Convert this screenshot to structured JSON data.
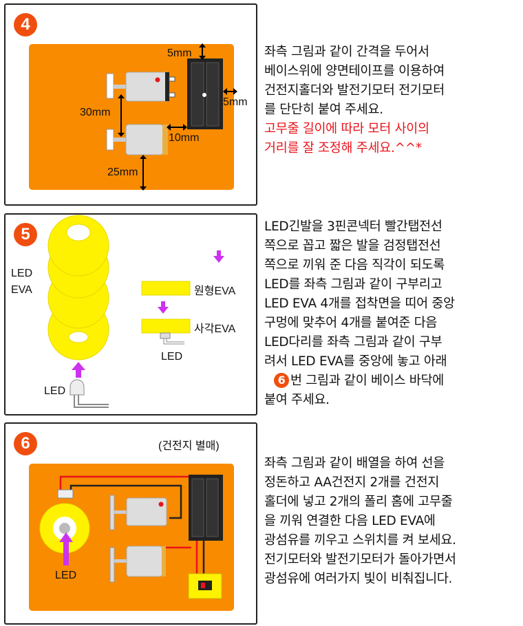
{
  "step4": {
    "number": "4",
    "labels": {
      "top_gap": "5mm",
      "right_gap": "5mm",
      "motor_gap": "30mm",
      "side_gap": "10mm",
      "bottom_gap": "25mm"
    },
    "lines": [
      "좌측 그림과 같이 간격을 두어서",
      "베이스위에 양면테이프를 이용하여",
      "건전지홀더와 발전기모터 전기모터",
      "를 단단히 붙여 주세요."
    ],
    "red_lines": [
      "고무줄 길이에 따라 모터 사이의",
      "거리를 잘 조정해 주세요.^^*"
    ]
  },
  "step5": {
    "number": "5",
    "labels": {
      "led_eva": [
        "LED",
        "EVA"
      ],
      "round_eva": "원형EVA",
      "square_eva": "사각EVA",
      "led_small": "LED",
      "led_bottom": "LED"
    },
    "lines": [
      "LED긴발을 3핀콘넥터 빨간탭전선",
      "쪽으로 꼽고 짧은 발을 검정탭전선",
      "쪽으로 끼워 준 다음 직각이 되도록",
      "LED를 좌측 그림과 같이 구부리고",
      "LED EVA 4개를 접착면을 띠어 중앙",
      "구멍에 맞추어 4개를 붙여준 다음",
      "LED다리를 좌측 그림과 같이 구부",
      "려서 LED EVA를 중앙에 놓고 아래"
    ],
    "ref_number": "6",
    "ref_line": "번 그림과 같이 베이스 바닥에",
    "last_line": "붙여 주세요."
  },
  "step6": {
    "number": "6",
    "note": "(건전지 별매)",
    "labels": {
      "led": "LED"
    },
    "lines": [
      "좌측 그림과 같이 배열을 하여 선을",
      "정돈하고 AA건전지 2개를 건전지",
      "홀더에 넣고 2개의 폴리 홈에 고무줄",
      "을 끼워 연결한 다음 LED EVA에",
      "광섬유를 끼우고 스위치를 켜 보세요.",
      "전기모터와 발전기모터가 돌아가면서",
      "광섬유에 여러가지 빛이 비춰집니다."
    ]
  },
  "colors": {
    "board": "#f98b00",
    "step_badge": "#f04e0f",
    "eva": "#fff200",
    "arrow": "#cc33ee",
    "warning": "#e8141b"
  }
}
